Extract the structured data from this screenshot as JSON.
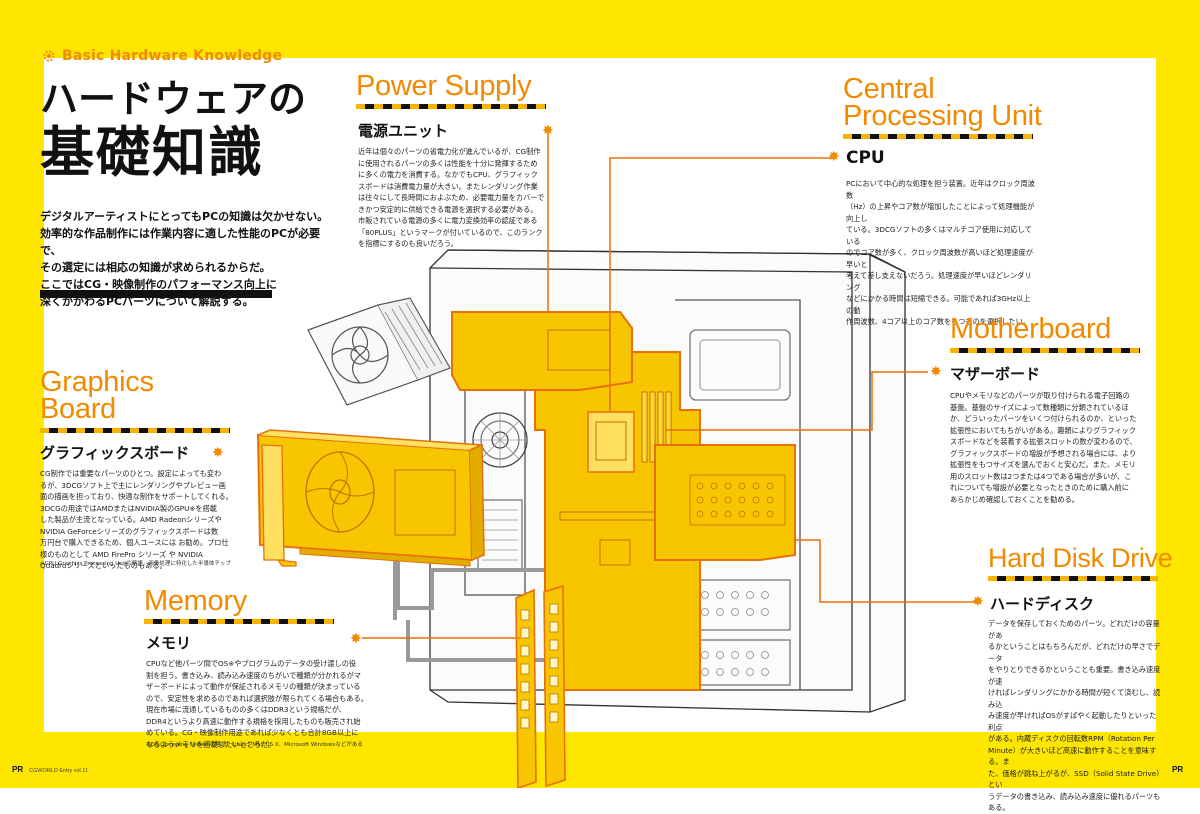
{
  "header": {
    "kicker": "Basic Hardware Knowledge",
    "title_line1": "ハードウェアの",
    "title_line2": "基礎知識",
    "lead_lines": [
      "デジタルアーティストにとってもPCの知識は欠かせない。",
      "効率的な作品制作には作業内容に適した性能のPCが必要で、",
      "その選定には相応の知識が求められるからだ。",
      "ここではCG・映像制作のパフォーマンス向上に",
      "深くかかわるPCパーツについて解説する。"
    ]
  },
  "sections": {
    "power_supply": {
      "en": "Power Supply",
      "jp": "電源ユニット",
      "lines": [
        "近年は個々のパーツの省電力化が進んでいるが、CG制作",
        "に使用されるパーツの多くは性能を十分に発揮するため",
        "に多くの電力を消費する。なかでもCPU、グラフィック",
        "スボードは消費電力量が大きい。またレンダリング作業",
        "は往々にして長時間におよぶため、必要電力量をカバーで",
        "きかつ安定的に供給できる電源を選択する必要がある。",
        "市販されている電源の多くに電力変換効率の認証である",
        "「80PLUS」というマークが付いているので、このランク",
        "を指標にするのも良いだろう。"
      ]
    },
    "cpu": {
      "en_line1": "Central",
      "en_line2": "Processing Unit",
      "jp": "CPU",
      "lines": [
        "PCにおいて中心的な処理を担う装置。近年はクロック周波数",
        "（Hz）の上昇やコア数が増加したことによって処理機能が向上し",
        "ている。3DCGソフトの多くはマルチコア使用に対応している",
        "のでコア数が多く、クロック周波数が高いほど処理速度が早いと",
        "考えて差し支えないだろう。処理速度が早いほどレンダリング",
        "などにかかる時間は短縮できる。可能であれば3GHz以上の動",
        "作周波数、4コア以上のコア数をもつものを選択したい。"
      ]
    },
    "motherboard": {
      "en": "Motherboard",
      "jp": "マザーボード",
      "lines": [
        "CPUやメモリなどのパーツが取り付けられる電子回路の",
        "基盤。基盤のサイズによって数種類に分類されているほ",
        "か、どういったパーツをいくつ付けられるのか、といった",
        "拡張性においてもちがいがある。趣類によりグラフィック",
        "スボードなどを装着する拡張スロットの数が変わるので、",
        "グラフィックスボードの増設が予想される場合には、より",
        "拡張性をもつサイズを選んでおくと安心だ。また、メモリ",
        "用のスロット数は2つまたは4つである場合が多いが、こ",
        "れについても増設が必要となったときのために購入前に",
        "あらかじめ確認しておくことを勧める。"
      ]
    },
    "graphics": {
      "en_line1": "Graphics",
      "en_line2": "Board",
      "jp": "グラフィックスボード",
      "lines": [
        "CG制作では重要なパーツのひとつ。設定によっても変わ",
        "るが、3DCGソフト上で主にレンダリングやプレビュー画",
        "面の描画を担っており、快適な制作をサポートしてくれる。",
        "3DCGの用途ではAMDまたはNVIDIA製のGPU※を搭載",
        "した製品が主流となっている。AMD Radeonシリーズや",
        "NVIDIA GeForceシリーズのグラフィックスボードは数",
        "万円台で購入できるため、個人ユースには お勧め。プロ仕",
        "様のものとして AMD FirePro シリーズ や NVIDIA",
        "Quadroシリーズといったものもある。"
      ],
      "note": "※GPU:Graphics Processing Unitの略語。画像処理に特化した半導体チップ"
    },
    "memory": {
      "en": "Memory",
      "jp": "メモリ",
      "lines": [
        "CPUなど他パーツ間でOS※やプログラムのデータの受け渡しの役",
        "割を担う。書き込み、読み込み速度のちがいで種類が分かれるがマ",
        "ザーボードによって動作が保証されるメモリの種類が決まっている",
        "ので、安定性を求めるのであれば選択肢が限られてくる場合もある。",
        "現在市場に流通しているものの多くはDDR3という規格だが、",
        "DDR4というより高速に動作する規格を採用したものも販売され始",
        "めている。CG・映像制作用途であれば少なくとも合計8GB以上に",
        "なるようメモリを搭載したいところだ。"
      ],
      "note": "※OS:Operating Systemの略語。LinuxやMac OS X、Microsoft Windowsなどがある"
    },
    "hdd": {
      "en": "Hard Disk Drive",
      "jp": "ハードディスク",
      "lines": [
        "データを保存しておくためのパーツ。どれだけの容量があ",
        "るかということはもちろんだが、どれだけの早さでデータ",
        "をやりとりできるかということも重要。書き込み速度が速",
        "ければレンダリングにかかる時間が短くて済むし、読み込",
        "み速度が早ければOSがすばやく起動したりといった利点",
        "がある。内蔵ディスクの回転数RPM（Rotation Per",
        "Minute）が大きいほど高速に動作することを意味する。ま",
        "た、価格が跳ね上がるが、SSD（Solid State Drive）とい",
        "うデータの書き込み、読み込み速度に優れるパーツもある。"
      ]
    }
  },
  "footer": {
    "left_folio": "PR",
    "left_sub": "CGWORLD Entry vol.11",
    "right_folio": "PR"
  },
  "colors": {
    "yellow": "#ffe600",
    "accent_orange": "#f28a00",
    "part_yellow": "#f7c600",
    "line_orange": "#e8700a"
  }
}
